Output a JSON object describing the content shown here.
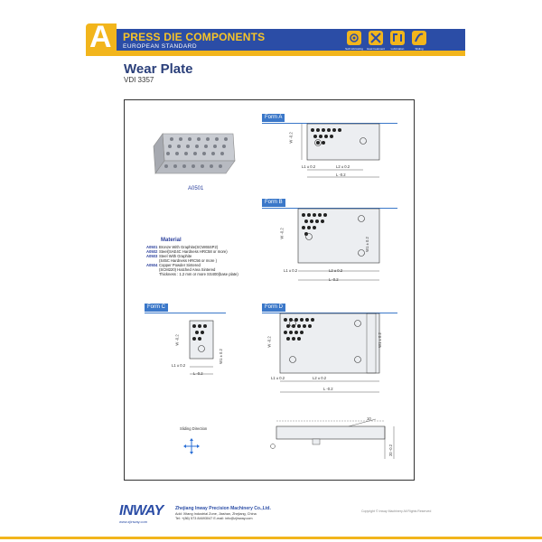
{
  "header": {
    "logo_letter": "A",
    "title": "PRESS DIE COMPONENTS",
    "subtitle": "EUROPEAN STANDARD",
    "icons": [
      {
        "name": "graphite-icon",
        "caption": "Self-lubricating"
      },
      {
        "name": "tools-icon",
        "caption": "Heat treatment"
      },
      {
        "name": "lubrication-icon",
        "caption": "Lubrication"
      },
      {
        "name": "sliding-icon",
        "caption": "Sliding"
      }
    ],
    "colors": {
      "band": "#2b4da6",
      "accent": "#f2b51c"
    }
  },
  "page": {
    "title": "Wear Plate",
    "standard": "VDI 3357"
  },
  "product": {
    "code": "A0501"
  },
  "material": {
    "heading": "Material",
    "rows": [
      {
        "code": "A0501",
        "text": "Bronze With Graphite(SCW65SP2)"
      },
      {
        "code": "A0502",
        "text": "Steel(SAE4C Hardness HRC58 or more)"
      },
      {
        "code": "A0503",
        "text": "Steel With Graphite"
      },
      {
        "code": "",
        "text": "(S45C Hardness HRC56 or more )"
      },
      {
        "code": "A0504",
        "text": "Copper Powder Sintered"
      },
      {
        "code": "",
        "text": "(SCM220) Hatched Area Sintered"
      },
      {
        "code": "",
        "text": "Thickness : 1.2 mm or more SS400(base plate)"
      }
    ]
  },
  "forms": {
    "a": {
      "label": "Form A",
      "dim_l1": "L1 ± 0.2",
      "dim_l2": "L2 ± 0.2",
      "dim_l": "L -0.2",
      "dim_w": "W -0.2"
    },
    "b": {
      "label": "Form B",
      "dim_l1": "L1 ± 0.2",
      "dim_l2": "L2 ± 0.2",
      "dim_l": "L -0.2",
      "dim_w": "W -0.2",
      "dim_w1": "W1 ± 0.2"
    },
    "c": {
      "label": "Form C",
      "dim_l1": "L1 ± 0.2",
      "dim_l": "L -0.2",
      "dim_w": "W -0.2",
      "dim_w1": "W1 ± 0.2"
    },
    "d": {
      "label": "Form D",
      "dim_l1": "L1 ± 0.2",
      "dim_l2": "L2 ± 0.2",
      "dim_l": "L -0.2",
      "dim_w": "W -0.2",
      "dim_w1": "W1 ± 0.2"
    }
  },
  "section": {
    "dim_10": "10",
    "dim_20": "20 -0.2",
    "sliding_label": "Sliding Direction"
  },
  "footer": {
    "brand": "INWAY",
    "web": "www.zjinway.com",
    "company": "Zhejiang Inway Precision Machinery Co.,Ltd.",
    "address": "Add: Xitang Industrial Zone, Jiashan, Zhejiang, China",
    "contact": "Tel: +(86) 573 84693047    E-mail: info@zjinway.com",
    "copyright": "Copyright © Inway Machinery All Rights Reserved"
  }
}
